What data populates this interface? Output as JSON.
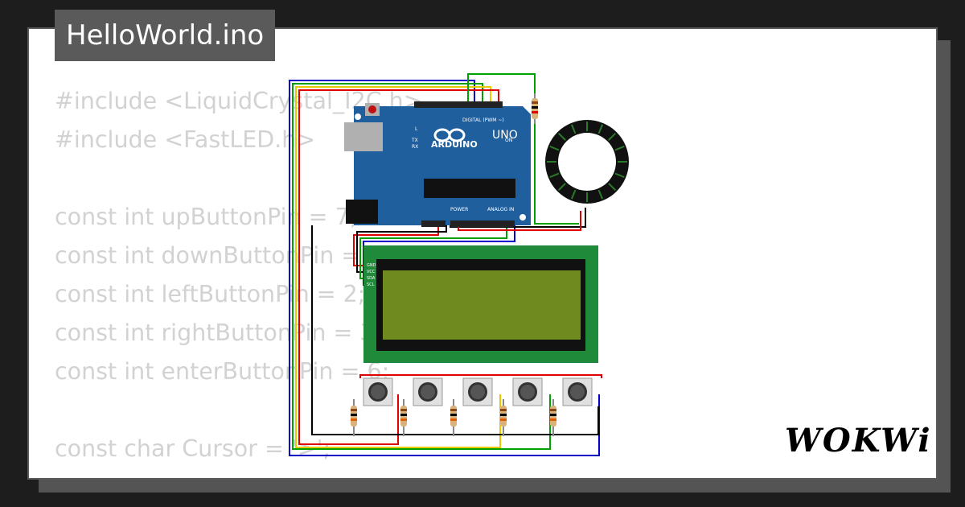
{
  "title": "HelloWorld.ino",
  "code_lines": [
    "#include <LiquidCrystal_I2C.h>",
    "#include <FastLED.h>",
    "",
    "const int upButtonPin = 7;",
    "const int downButtonPin = 6;",
    "const int leftButtonPin = 2;",
    "const int rightButtonPin = 3;",
    "const int enterButtonPin = 6;",
    "",
    "const char Cursor = '>';"
  ],
  "arduino": {
    "brand": "ARDUINO",
    "model": "UNO",
    "digital_label": "DIGITAL (PWM ~)",
    "power_label": "POWER",
    "analog_label": "ANALOG IN",
    "on_label": "ON",
    "l_label": "L",
    "tx_label": "TX",
    "rx_label": "RX"
  },
  "lcd": {
    "pin_labels": [
      "GND",
      "VCC",
      "SDA",
      "SCL"
    ]
  },
  "logo": "WOKWi",
  "colors": {
    "board": "#1f5f9e",
    "lcd_pcb": "#1e8a3a",
    "lcd_screen": "#6f8a1e",
    "wire_red": "#e00000",
    "wire_yellow": "#e8c800",
    "wire_green": "#00a000",
    "wire_blue": "#0000c8",
    "wire_black": "#000000"
  }
}
